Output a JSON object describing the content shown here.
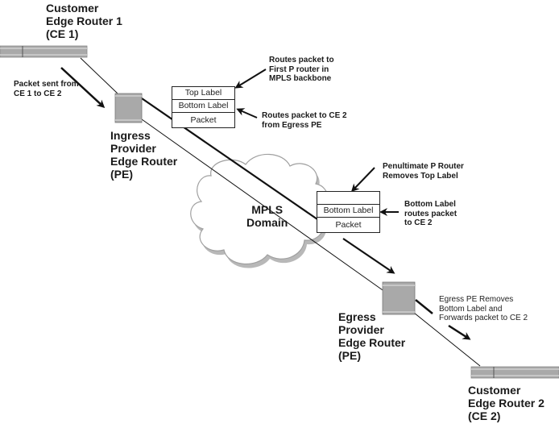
{
  "title": "MPLS label stacking: CE 1 to CE 2 packet forwarding",
  "colors": {
    "router_fill": "#a9a9a9",
    "router_stripe": "#cfcfcf",
    "cloud_outline": "#a0a0a0",
    "cloud_shadow": "#b8b8b8",
    "line": "#111111"
  },
  "nodes": {
    "ce1": {
      "label": "Customer\nEdge Router 1\n(CE 1)"
    },
    "ingress_pe": {
      "label": "Ingress\nProvider\nEdge Router\n(PE)"
    },
    "mpls_domain": {
      "label": "MPLS\nDomain"
    },
    "egress_pe": {
      "label": "Egress\nProvider\nEdge Router\n(PE)"
    },
    "ce2": {
      "label": "Customer\nEdge Router 2\n(CE 2)"
    }
  },
  "label_stack_1": {
    "rows": [
      "Top Label",
      "Bottom Label",
      "Packet"
    ]
  },
  "label_stack_2": {
    "rows": [
      "",
      "Bottom Label",
      "Packet"
    ]
  },
  "annotations": {
    "packet_sent": "Packet sent from\nCE 1 to CE 2",
    "top_label_route": "Routes packet to\nFirst P router in\nMPLS backbone",
    "bottom_label_route": "Routes packet to CE 2\nfrom Egress PE",
    "penultimate": "Penultimate P Router\nRemoves Top Label",
    "bottom_label_routes": "Bottom Label\nroutes packet\nto CE 2",
    "egress_removes": "Egress PE Removes\nBottom Label and\nForwards packet to CE 2"
  }
}
